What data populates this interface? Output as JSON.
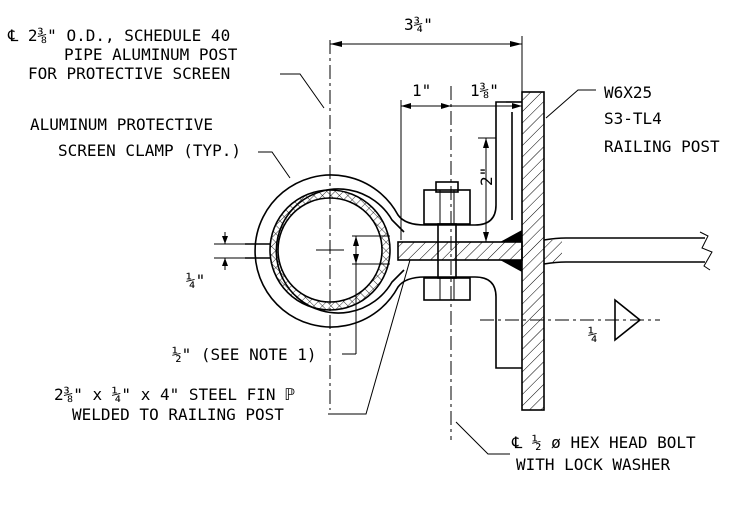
{
  "callouts": {
    "pipe_post_1": "℄ 2⅜\" O.D., SCHEDULE 40",
    "pipe_post_2": "PIPE ALUMINUM POST",
    "pipe_post_3": "FOR PROTECTIVE SCREEN",
    "clamp_1": "ALUMINUM PROTECTIVE",
    "clamp_2": "SCREEN CLAMP (TYP.)",
    "railing_post_1": "W6X25",
    "railing_post_2": "S3-TL4",
    "railing_post_3": "RAILING POST",
    "note_gap": "½\" (SEE NOTE 1)",
    "fin_1": "2⅜\" x ¼\" x 4\" STEEL FIN ℙ",
    "fin_2": "WELDED TO RAILING POST",
    "bolt_1": "℄ ½ ø HEX HEAD BOLT",
    "bolt_2": "WITH LOCK WASHER"
  },
  "dimensions": {
    "overall": "3¾\"",
    "bolt_offset": "1\"",
    "bolt_to_post": "1⅜\"",
    "vertical": "2\"",
    "clamp_gap": "¼\"",
    "weld": "¼"
  }
}
